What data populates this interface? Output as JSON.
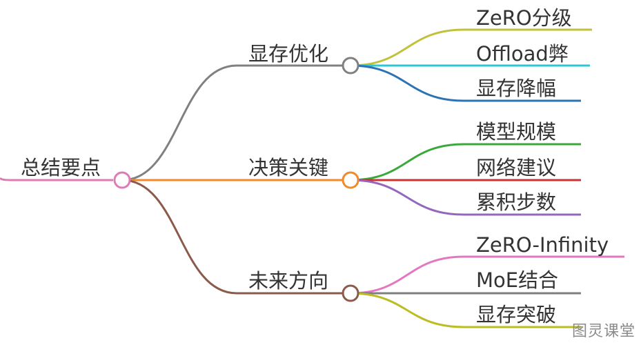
{
  "root": {
    "label": "总结要点",
    "color": "#e07ab5"
  },
  "branches": [
    {
      "label": "显存优化",
      "color": "#808080",
      "children": [
        {
          "label": "ZeRO分级",
          "color": "#c2c23a"
        },
        {
          "label": "Offload弊",
          "color": "#2ec6d6"
        },
        {
          "label": "显存降幅",
          "color": "#2c73b4"
        }
      ]
    },
    {
      "label": "决策关键",
      "color": "#f08a2b",
      "children": [
        {
          "label": "模型规模",
          "color": "#3aa83a"
        },
        {
          "label": "网络建议",
          "color": "#cc3333"
        },
        {
          "label": "累积步数",
          "color": "#9467bd"
        }
      ]
    },
    {
      "label": "未来方向",
      "color": "#8c5a4a",
      "children": [
        {
          "label": "ZeRO-Infinity",
          "color": "#e377c2"
        },
        {
          "label": "MoE结合",
          "color": "#7f7f7f"
        },
        {
          "label": "显存突破",
          "color": "#bcbd22"
        }
      ]
    }
  ],
  "watermark": "图灵课堂"
}
